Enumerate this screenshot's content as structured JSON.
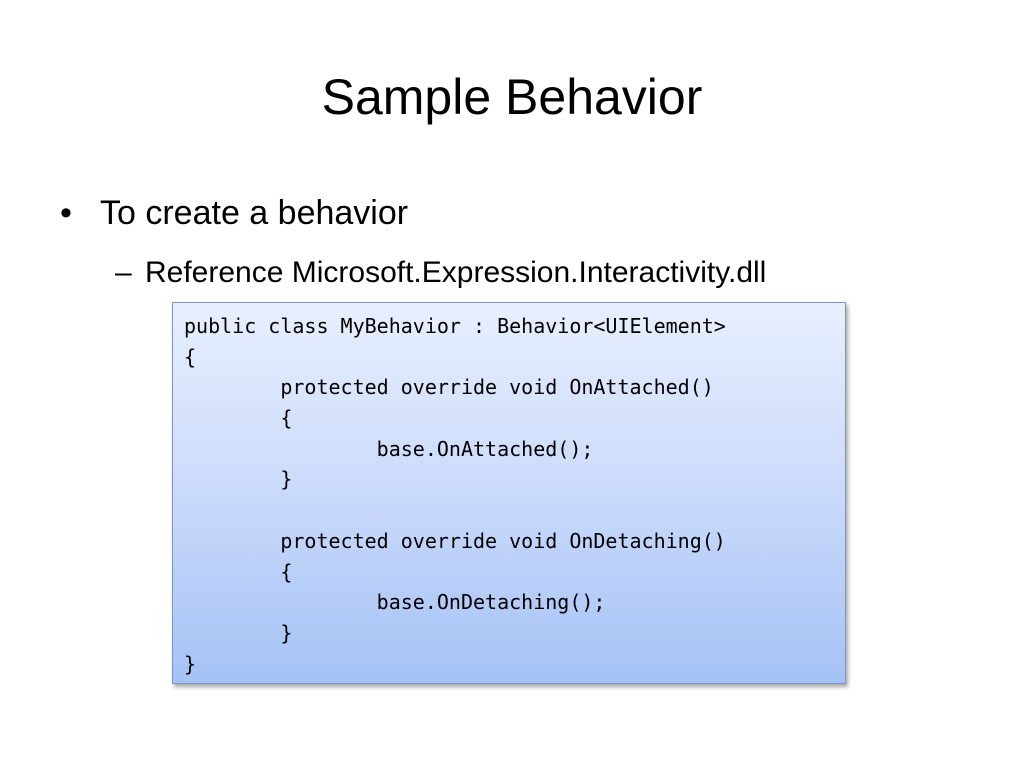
{
  "slide": {
    "title": "Sample Behavior",
    "bullets": [
      {
        "marker": "•",
        "text": "To create a behavior",
        "sub": {
          "marker": "–",
          "text": "Reference Microsoft.Expression.Interactivity.dll"
        }
      }
    ],
    "code": {
      "lines": [
        "public class MyBehavior : Behavior<UIElement>",
        "{",
        "        protected override void OnAttached()",
        "        {",
        "                base.OnAttached();",
        "        }",
        "",
        "        protected override void OnDetaching()",
        "        {",
        "                base.OnDetaching();",
        "        }",
        "}"
      ]
    }
  }
}
